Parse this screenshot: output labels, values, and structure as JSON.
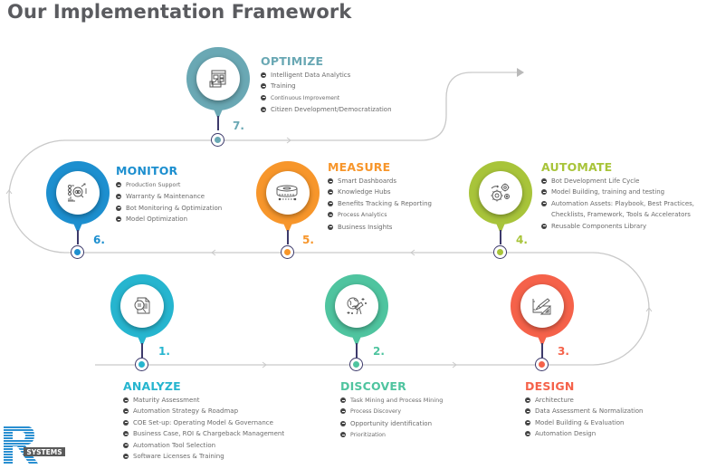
{
  "title": "Our Implementation Framework",
  "colors": {
    "analyze": "#26b5cf",
    "discover": "#4fc49f",
    "design": "#f5624a",
    "automate": "#a8c43a",
    "measure": "#f7962b",
    "monitor": "#1d8fcf",
    "optimize": "#6aa8b4",
    "path": "#c9c9c9",
    "node_ring": "#3d3a6b"
  },
  "steps": [
    {
      "number": "1.",
      "name": "ANALYZE",
      "icon": "document-magnifier-icon",
      "items": [
        "Maturity Assessment",
        "Automation Strategy & Roadmap",
        "COE Set-up: Operating Model & Governance",
        "Business Case, ROI & Chargeback Management",
        "Automation Tool Selection",
        "Software Licenses & Training"
      ]
    },
    {
      "number": "2.",
      "name": "DISCOVER",
      "icon": "telescope-globe-icon",
      "items": [
        "Task Mining and Process Mining",
        "Process Discovery",
        "Opportunity identification",
        "Prioritization"
      ]
    },
    {
      "number": "3.",
      "name": "DESIGN",
      "icon": "blueprint-pencil-icon",
      "items": [
        "Architecture",
        "Data Assessment & Normalization",
        "Model Building & Evaluation",
        "Automation Design"
      ]
    },
    {
      "number": "4.",
      "name": "AUTOMATE",
      "icon": "gears-icon",
      "items": [
        "Bot Development Life Cycle",
        "Model Building, training and testing",
        "Automation Assets: Playbook, Best Practices,",
        "Reusable Components Library"
      ],
      "continuation": "Checklists, Framework, Tools & Accelerators"
    },
    {
      "number": "5.",
      "name": "MEASURE",
      "icon": "measuring-tape-icon",
      "items": [
        "Smart Dashboards",
        "Knowledge Hubs",
        "Benefits Tracking & Reporting",
        "Process Analytics",
        "Business Insights"
      ]
    },
    {
      "number": "6.",
      "name": "MONITOR",
      "icon": "eye-monitoring-icon",
      "items": [
        "Production Support",
        "Warranty & Maintenance",
        "Bot Monitoring & Optimization",
        "Model Optimization"
      ]
    },
    {
      "number": "7.",
      "name": "OPTIMIZE",
      "icon": "dashboard-thumbs-up-icon",
      "items": [
        "Intelligent Data Analytics",
        "Training",
        "Continuous Improvement",
        "Citizen Development/Democratization"
      ]
    }
  ],
  "logo": {
    "letter": "R",
    "text": "SYSTEMS"
  }
}
